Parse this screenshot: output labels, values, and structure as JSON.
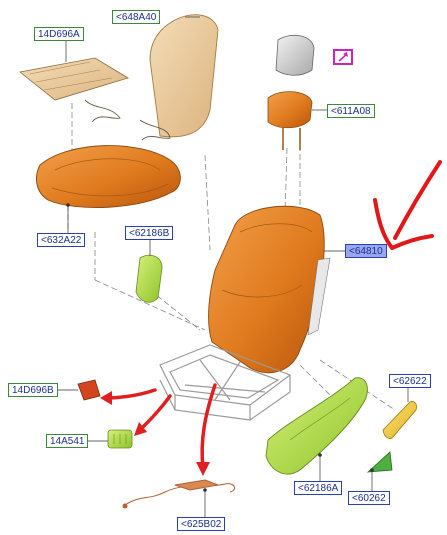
{
  "labels": {
    "pad_seat": "14D696A",
    "backrest_trim": "<648A40",
    "seat_cushion": "<632A22",
    "headrest": "<611A08",
    "seat_back": "<64810",
    "side_cover_small": "<62186B",
    "heater_module": "14D696B",
    "connector": "14A541",
    "wiring": "<625B02",
    "side_shield": "<62186A",
    "trim_cap": "<62622",
    "clip": "<60262"
  },
  "colors": {
    "seat_orange": "#e07a1e",
    "part_green": "#b6e64a",
    "annotation_red": "#e02020",
    "highlight_blue": "#9aa7f0"
  },
  "icons": {
    "external_link": "external-link-icon"
  }
}
